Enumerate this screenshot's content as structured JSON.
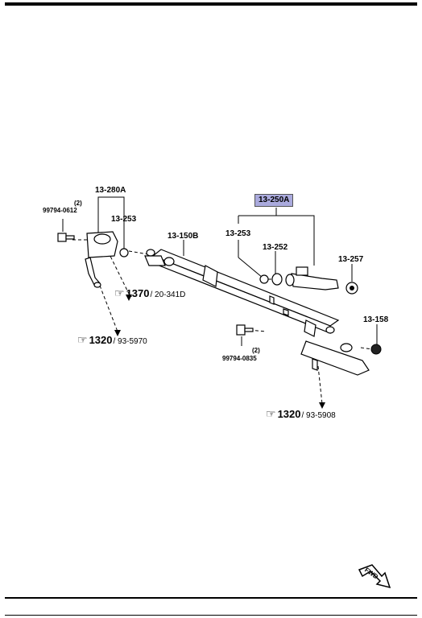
{
  "labels": {
    "p13_280a": "13-280A",
    "qty_left": "(2)",
    "bolt_left": "99794-0612",
    "p13_253_left": "13-253",
    "p13_150b": "13-150B",
    "p13_250a": "13-250A",
    "p13_253_right": "13-253",
    "p13_252": "13-252",
    "p13_257": "13-257",
    "p13_158": "13-158",
    "qty_bottom": "(2)",
    "bolt_bottom": "99794-0835"
  },
  "refs": {
    "r1370": {
      "main": "1370",
      "sub": "/ 20-341D"
    },
    "r1320a": {
      "main": "1320",
      "sub": "/ 93-5970"
    },
    "r1320b": {
      "main": "1320",
      "sub": "/ 93-5908"
    }
  },
  "fwd": "FWD",
  "colors": {
    "callout_fill": "#aaaadd",
    "line": "#000000"
  },
  "icons": {
    "ref_hand": "pointing-hand-icon",
    "fwd_arrow": "fwd-arrow-icon"
  }
}
